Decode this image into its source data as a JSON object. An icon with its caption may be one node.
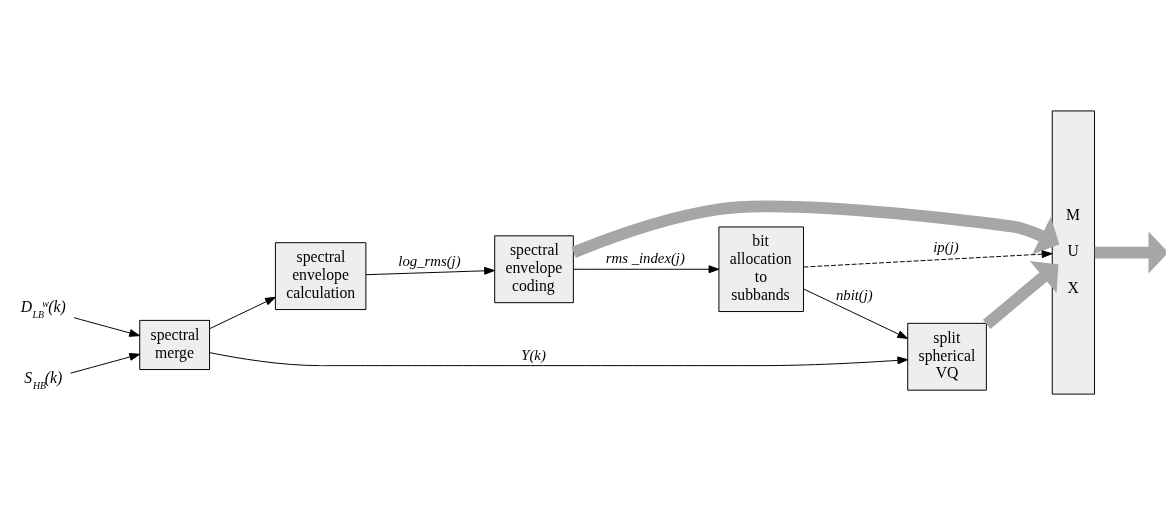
{
  "diagram": {
    "nodes": [
      {
        "text": [
          "D$_{LB}$$^{w}$(k)"
        ]
      },
      {
        "text": [
          "S$_{HB}$(k)"
        ]
      },
      {
        "text": [
          "spectral merge"
        ]
      },
      {
        "text": [
          "spectral envelope calculation"
        ]
      },
      {
        "text": [
          "spectral envelope coding"
        ]
      },
      {
        "text": [
          "bit allocation to subbands"
        ]
      },
      {
        "text": [
          "split spherical VQ"
        ]
      },
      {
        "text": [
          "M U X"
        ]
      }
    ],
    "edges": [
      {
        "from": 0,
        "to": 2,
        "arrow": "to"
      },
      {
        "from": 1,
        "to": 2,
        "arrow": "to"
      },
      {
        "from": 2,
        "to": 6,
        "arrow": "to",
        "label": "Y(k)"
      },
      {
        "from": 2,
        "to": 3,
        "arrow": "to"
      },
      {
        "from": 3,
        "to": 4,
        "arrow": "to",
        "label": "log_rms(j)"
      },
      {
        "from": 4,
        "to": 7,
        "arrow": "to",
        "style": "thick",
        "color": "#a6a6a6"
      },
      {
        "from": 4,
        "to": 5,
        "arrow": "to",
        "label": "rms _index(j)"
      },
      {
        "from": 5,
        "to": 7,
        "arrow": "to",
        "style": "dashed",
        "label": "ip(j)"
      },
      {
        "from": 5,
        "to": 6,
        "arrow": "to",
        "label": "nbit(j)"
      },
      {
        "from": 6,
        "to": 7,
        "arrow": "to",
        "style": "thick",
        "color": "#a6a6a6"
      },
      {
        "from": 7,
        "to": null,
        "arrow": "to",
        "style": "thick",
        "color": "#a6a6a6"
      }
    ]
  }
}
